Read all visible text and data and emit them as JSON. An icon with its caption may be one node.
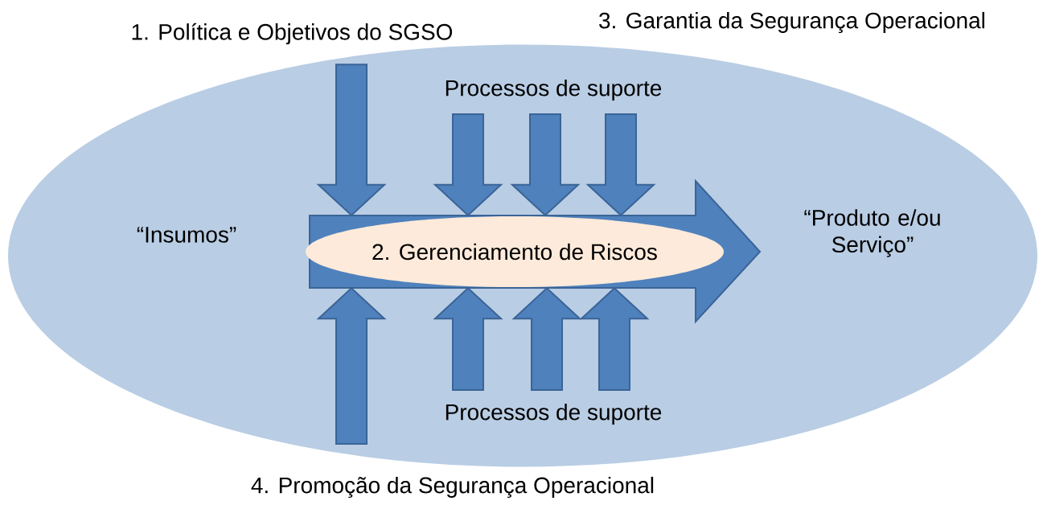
{
  "diagram": {
    "nodes": [
      {
        "text": [
          "3. Garantia da Segurança Operacional"
        ]
      },
      {
        "text": [
          "1. Política e Objetivos do SGSO"
        ]
      },
      {
        "text": [
          "Processos de suporte"
        ],
        "in": 0
      },
      {
        "text": [],
        "shape": "arrow",
        "in": 0
      },
      {
        "text": [
          "2. Gerenciamento de Riscos"
        ],
        "in": 3
      },
      {
        "text": [
          "Processos de suporte"
        ],
        "in": 0
      },
      {
        "text": [
          "4. Promoção da Segurança Operacional"
        ]
      }
    ],
    "edges": [
      {
        "from": 1,
        "to": 3,
        "arrow": "to"
      },
      {
        "from": 2,
        "to": 3,
        "arrow": "to"
      },
      {
        "from": 2,
        "to": 3,
        "arrow": "to"
      },
      {
        "from": 2,
        "to": 3,
        "arrow": "to"
      },
      {
        "from": 5,
        "to": 3,
        "arrow": "to"
      },
      {
        "from": 5,
        "to": 3,
        "arrow": "to"
      },
      {
        "from": 5,
        "to": 3,
        "arrow": "to"
      },
      {
        "from": 6,
        "to": 3,
        "arrow": "to"
      }
    ],
    "labels": [
      "“Insumos”",
      "“Produto e/ou Serviço”"
    ]
  }
}
